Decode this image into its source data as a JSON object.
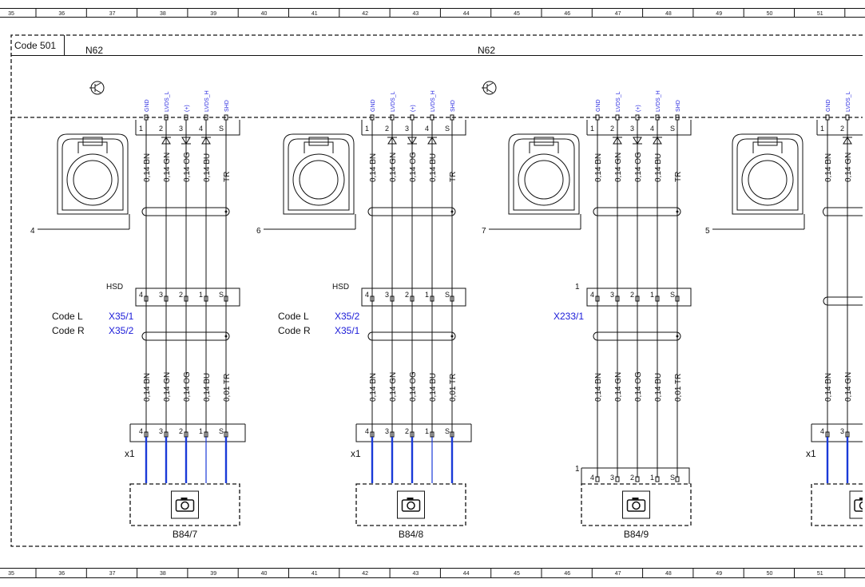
{
  "ruler_numbers": [
    "35",
    "36",
    "37",
    "38",
    "39",
    "40",
    "41",
    "42",
    "43",
    "44",
    "45",
    "46",
    "47",
    "48",
    "49",
    "50",
    "51"
  ],
  "frame": {
    "code_label": "Code 501",
    "module_left": "N62",
    "module_right": "N62"
  },
  "signal_names": [
    "GND",
    "LVDS_L",
    "(+)",
    "LVDS_H",
    "SHD"
  ],
  "top_pins": [
    "1",
    "2",
    "3",
    "4",
    "S"
  ],
  "wires_top": [
    "0,14 BN",
    "0,14 GN",
    "0,14 OG",
    "0,14 BU",
    "TR"
  ],
  "mid_pins": [
    "4",
    "3",
    "2",
    "1",
    "S"
  ],
  "wires_bottom": [
    "0,14 BN",
    "0,14 GN",
    "0,14 OG",
    "0,14 BU",
    "0,01 TR"
  ],
  "connector_side_label": "x1",
  "hsd_label": "HSD",
  "one_label": "1",
  "code_left": "Code L",
  "code_right": "Code R",
  "units": [
    {
      "jack_number": "4",
      "hsd": "HSD",
      "codeL_conn": "X35/1",
      "codeR_conn": "X35/2",
      "camera": "B84/7"
    },
    {
      "jack_number": "6",
      "hsd": "HSD",
      "codeL_conn": "X35/2",
      "codeR_conn": "X35/1",
      "camera": "B84/8"
    },
    {
      "jack_number": "7",
      "single_conn": "X233/1",
      "camera": "B84/9"
    },
    {
      "jack_number": "5"
    }
  ],
  "colors": {
    "blue_wire": "#1a3ad8",
    "label_blue": "#1a1ad8",
    "line": "#111111"
  }
}
